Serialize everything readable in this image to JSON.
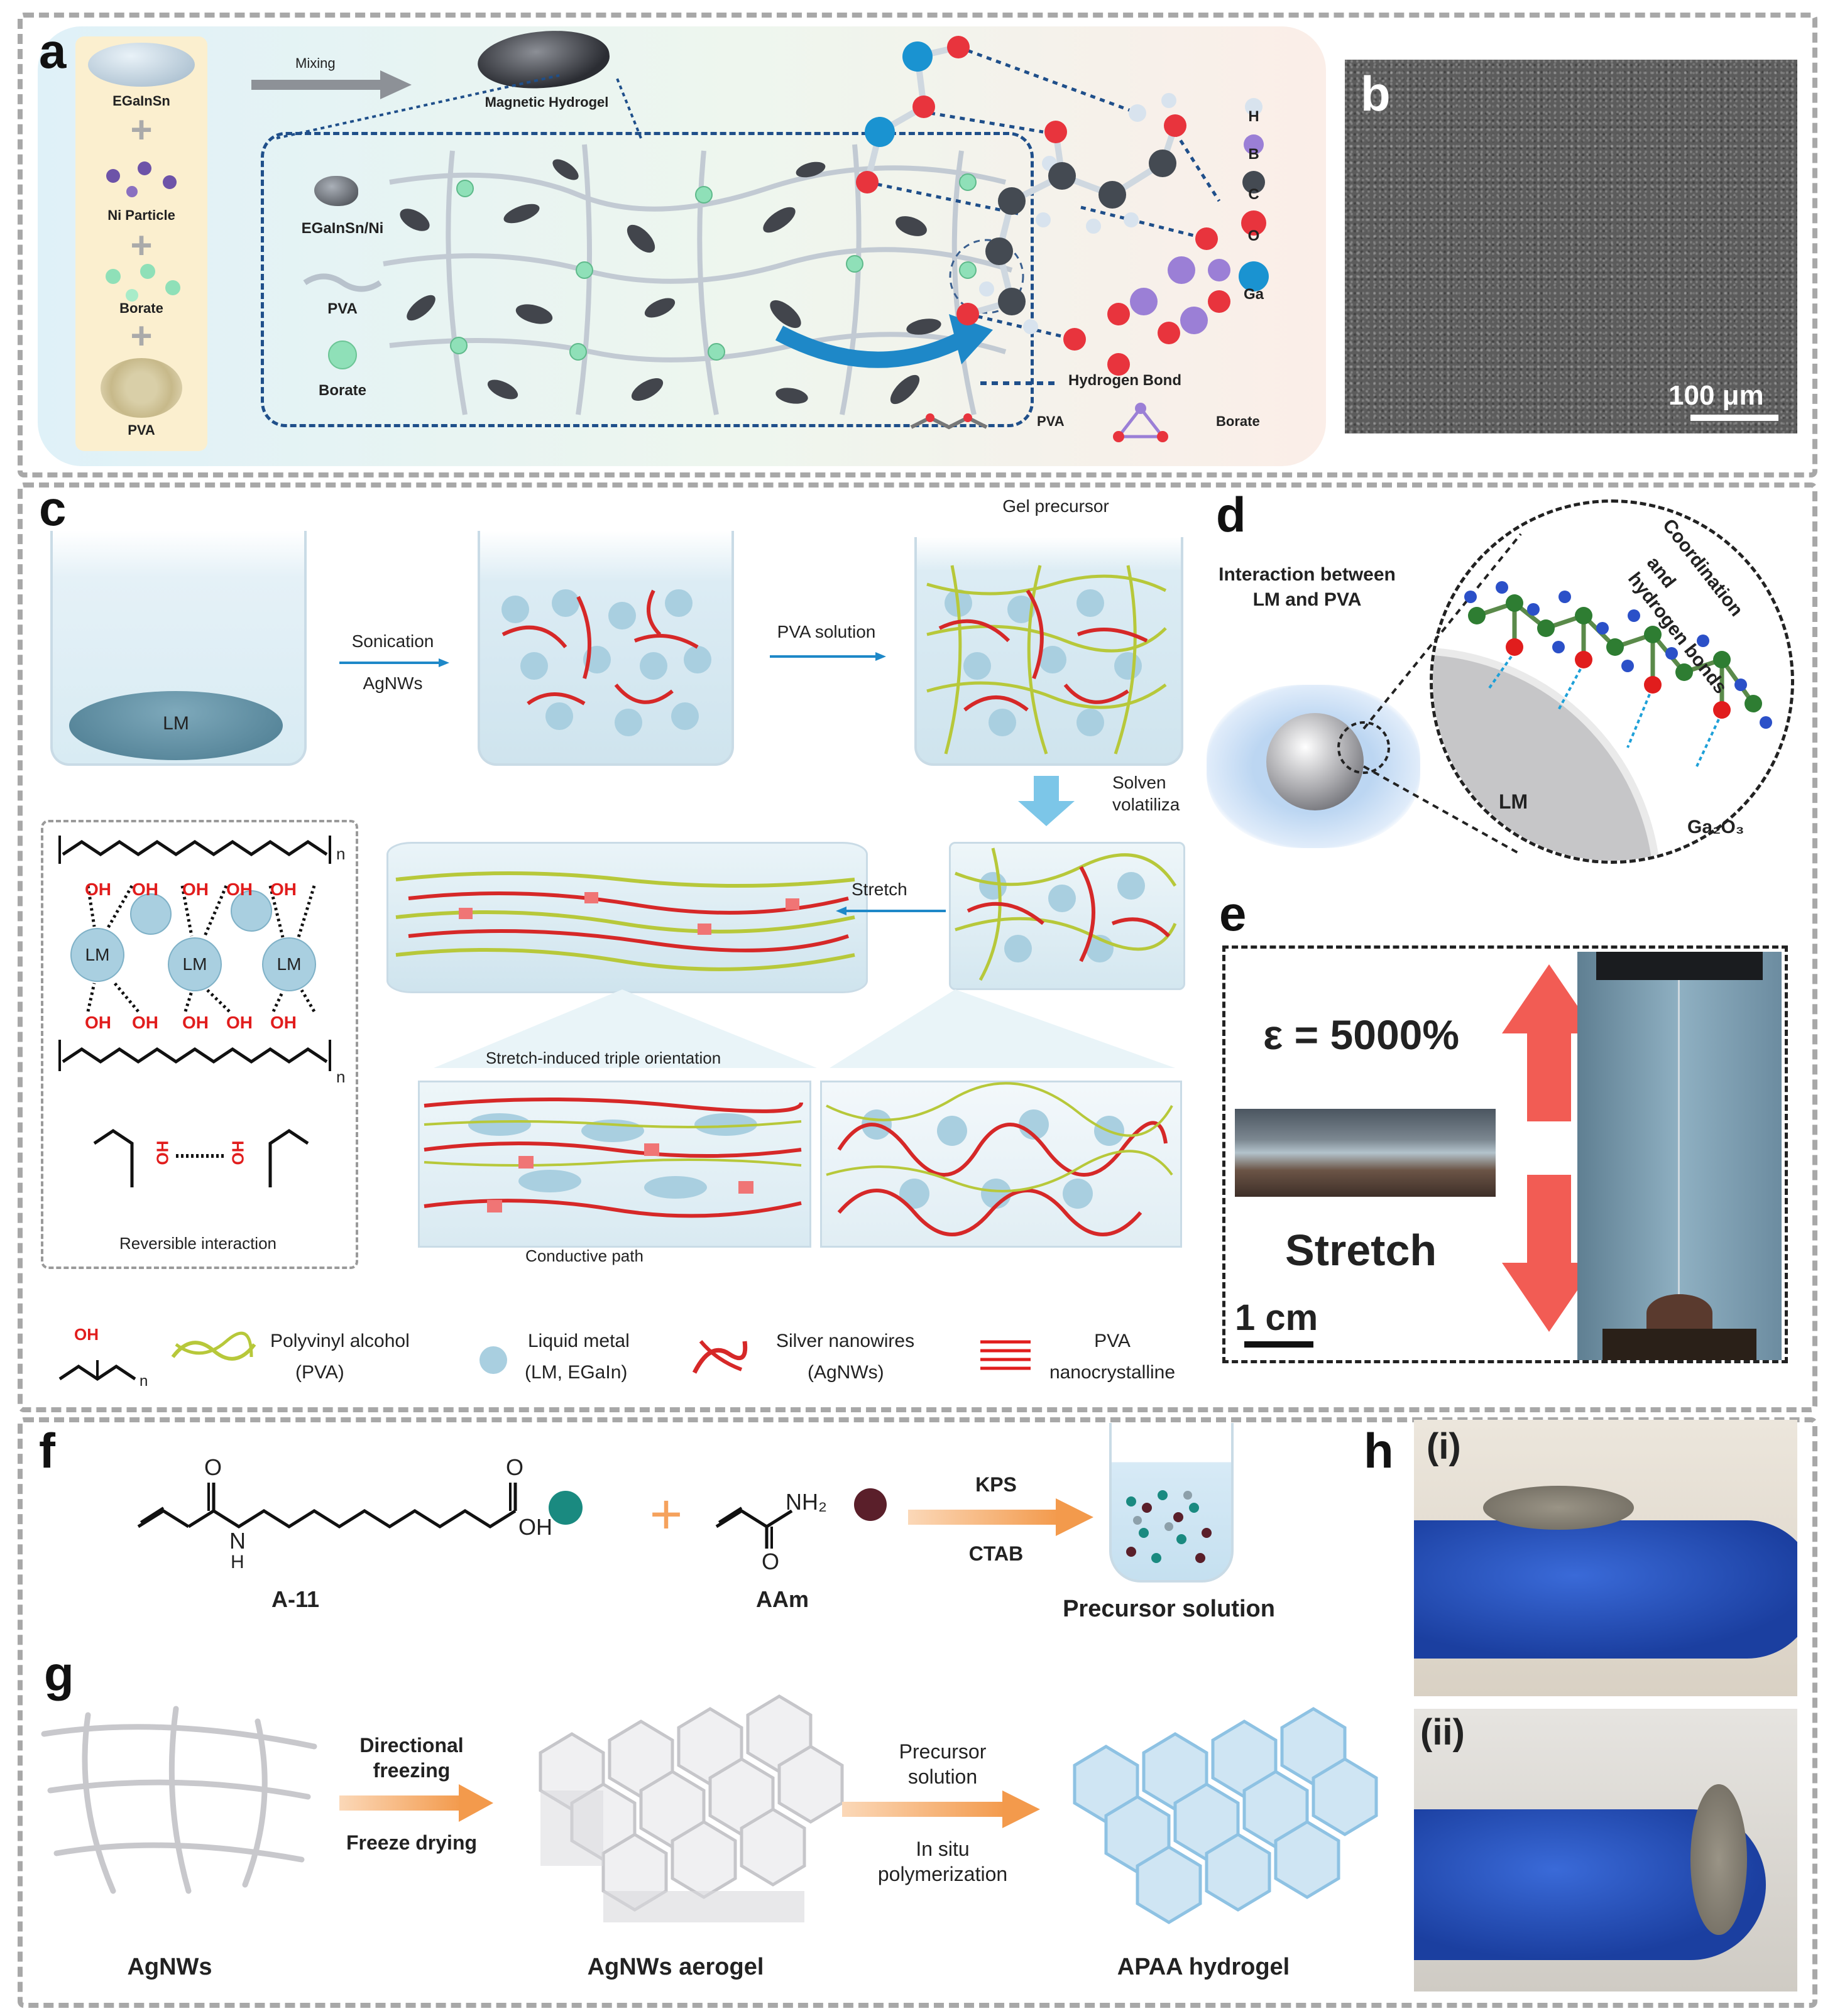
{
  "panel_a": {
    "label": "a",
    "ingredients": [
      "EGaInSn",
      "Ni Particle",
      "Borate",
      "PVA"
    ],
    "mixing": "Mixing",
    "product": "Magnetic Hydrogel",
    "network_legend": [
      "EGaInSn/Ni",
      "PVA",
      "Borate"
    ],
    "atoms": [
      "H",
      "B",
      "C",
      "O",
      "Ga"
    ],
    "hydrogen_bond": "Hydrogen Bond",
    "struct_labels": [
      "PVA",
      "Borate"
    ]
  },
  "panel_b": {
    "label": "b",
    "scale_bar": "100 μm"
  },
  "panel_c": {
    "label": "c",
    "lm": "LM",
    "step1": [
      "Sonication",
      "AgNWs"
    ],
    "step2": "PVA solution",
    "gel_precursor": "Gel precursor",
    "step3": [
      "Solven",
      "volatiliza"
    ],
    "stretch": "Stretch",
    "orientation": "Stretch-induced triple orientation",
    "conductive_path": "Conductive path",
    "reversible": "Reversible interaction",
    "chem": {
      "oh": "OH",
      "lm": "LM",
      "n": "n"
    },
    "legend": [
      {
        "text": [
          "Polyvinyl alcohol",
          "(PVA)"
        ]
      },
      {
        "text": [
          "Liquid metal",
          "(LM, EGaIn)"
        ]
      },
      {
        "text": [
          "Silver nanowires",
          "(AgNWs)"
        ]
      },
      {
        "text": [
          "PVA",
          "nanocrystalline"
        ]
      }
    ]
  },
  "panel_d": {
    "label": "d",
    "interaction": [
      "Interaction between",
      "LM and PVA"
    ],
    "coordination": [
      "Coordination",
      "and",
      "hydrogen bonds"
    ],
    "lm": "LM",
    "oxide": "Ga₂O₃"
  },
  "panel_e": {
    "label": "e",
    "strain": "ε = 5000%",
    "stretch": "Stretch",
    "scale": "1 cm"
  },
  "panel_f": {
    "label": "f",
    "monomer1": "A-11",
    "monomer2": "AAm",
    "reagents": [
      "KPS",
      "CTAB"
    ],
    "product": "Precursor solution",
    "atoms": {
      "O": "O",
      "N": "N",
      "H": "H",
      "OH": "OH",
      "NH2": "NH₂"
    }
  },
  "panel_g": {
    "label": "g",
    "step1": [
      "Directional",
      "freezing",
      "Freeze drying"
    ],
    "step2": [
      "Precursor",
      "solution",
      "In situ",
      "polymerization"
    ],
    "captions": [
      "AgNWs",
      "AgNWs aerogel",
      "APAA hydrogel"
    ]
  },
  "panel_h": {
    "label": "h",
    "sub": [
      "(i)",
      "(ii)"
    ]
  },
  "colors": {
    "accent_blue": "#1e88c8",
    "arrow_orange": "#f5a25d",
    "wire_red": "#d62828",
    "pva_green": "#b7c83a",
    "arrow_red": "#f25c54"
  }
}
